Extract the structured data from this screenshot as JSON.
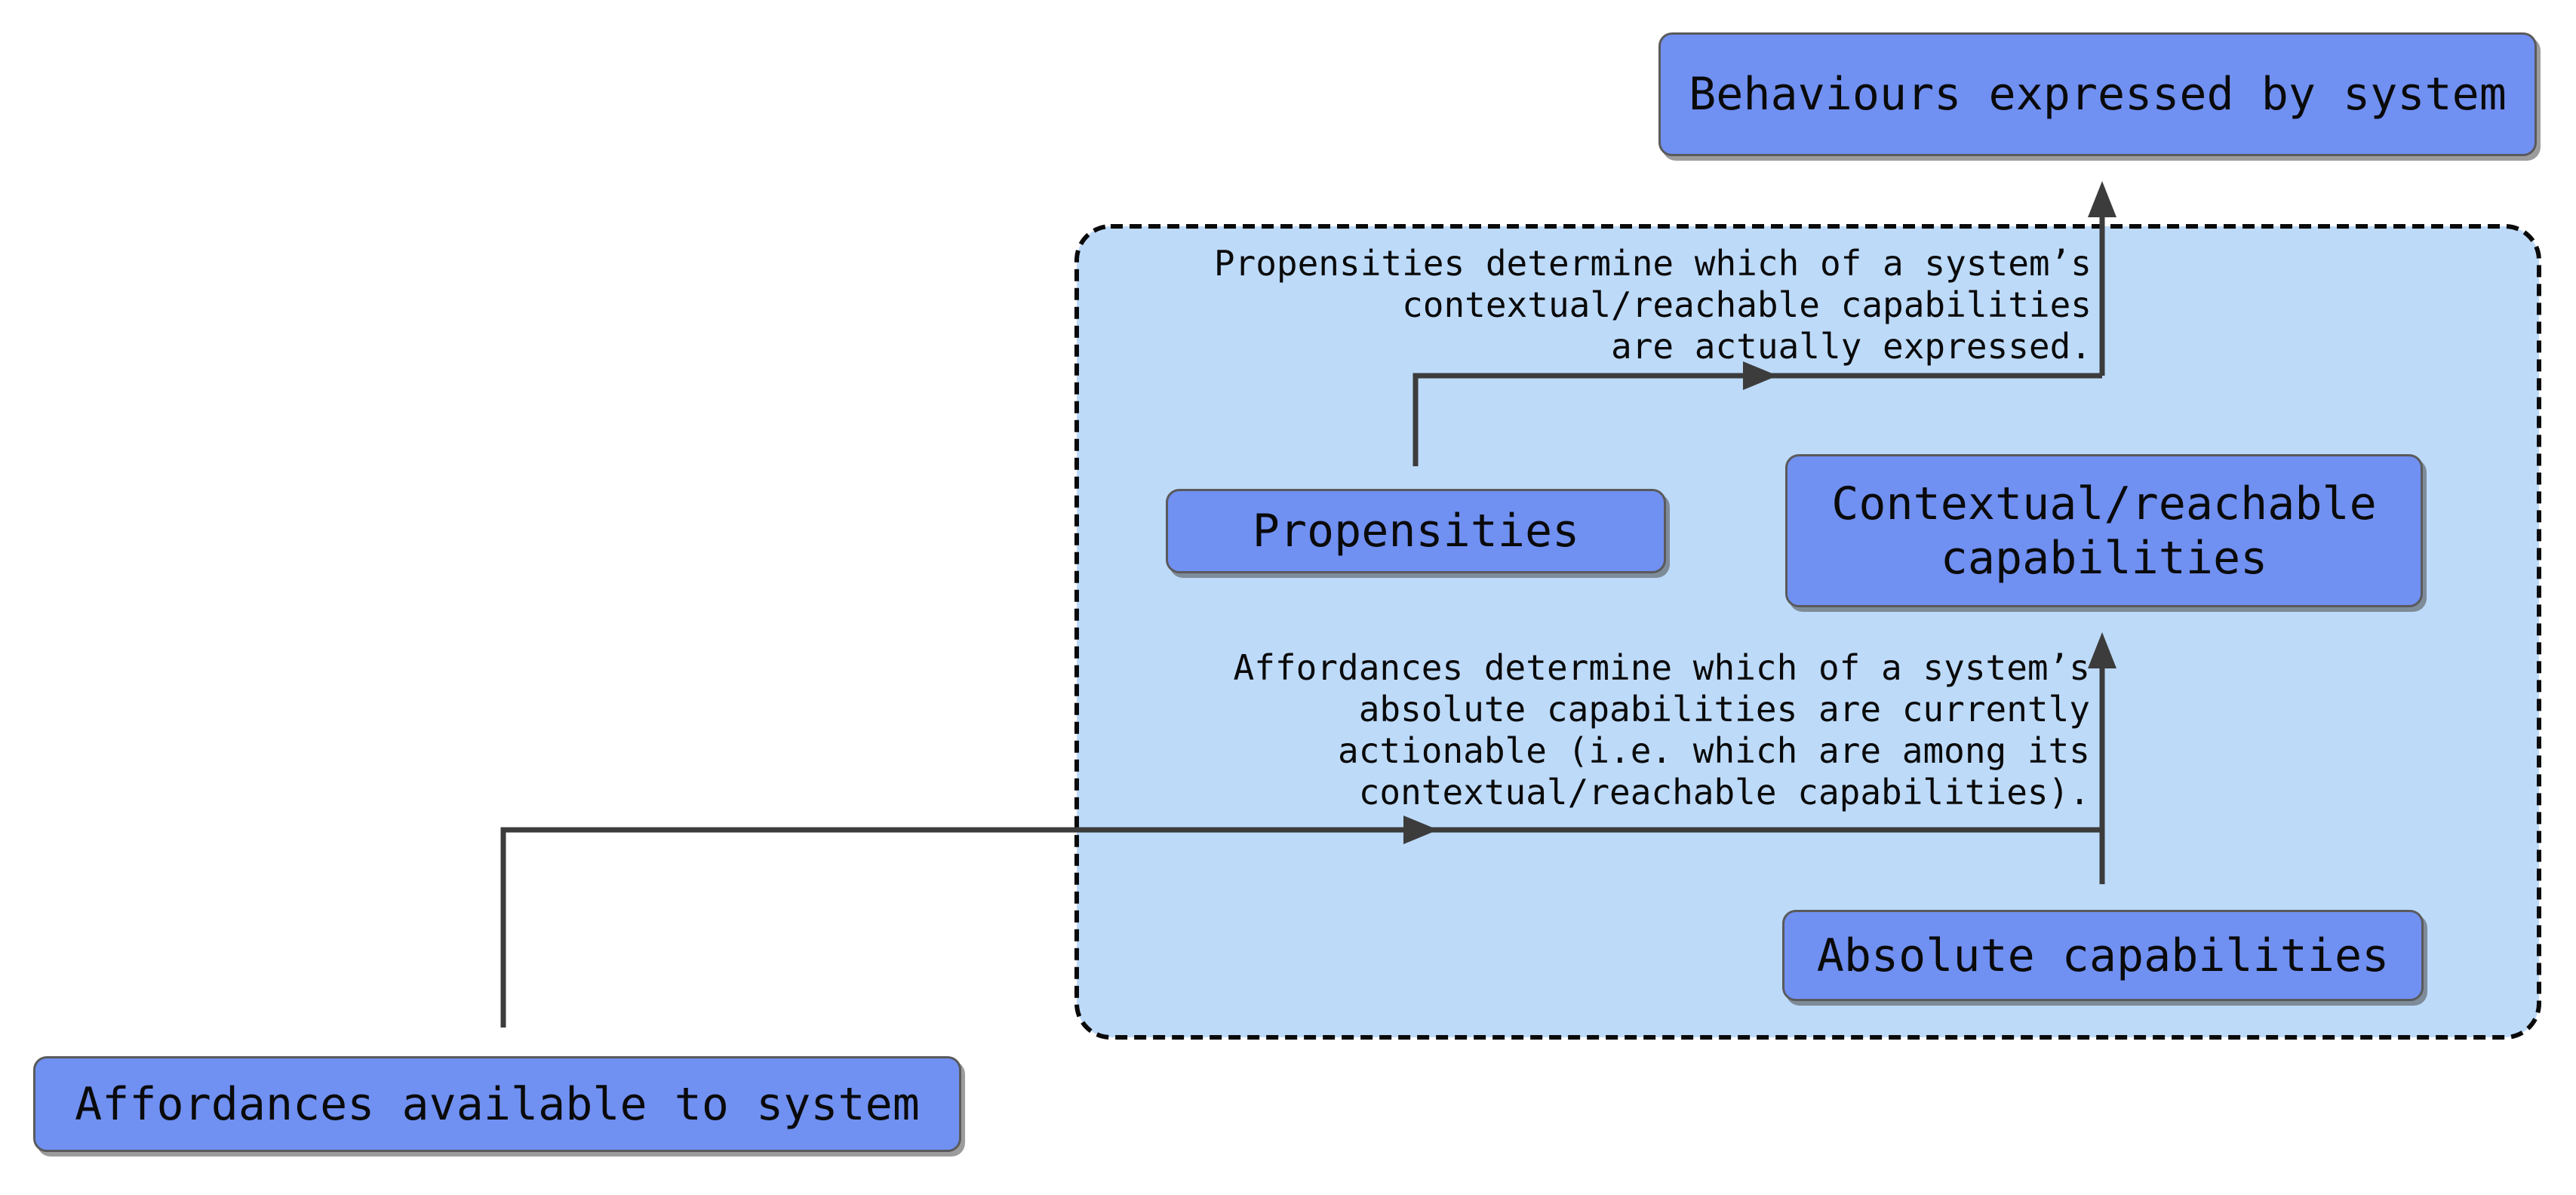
{
  "diagram": {
    "nodes": {
      "behaviours": {
        "label": "Behaviours expressed by system"
      },
      "propensities": {
        "label": "Propensities"
      },
      "contextual": {
        "lines": [
          "Contextual/reachable",
          "capabilities"
        ]
      },
      "absolute": {
        "label": "Absolute capabilities"
      },
      "affordances": {
        "label": "Affordances available to system"
      }
    },
    "captions": {
      "propensities": {
        "lines": [
          "Propensities determine which of a system’s",
          "contextual/reachable capabilities",
          "are actually expressed."
        ]
      },
      "affordances": {
        "lines": [
          "Affordances determine which of a system’s",
          "absolute capabilities are currently",
          "actionable (i.e. which are among its",
          "contextual/reachable capabilities)."
        ]
      }
    },
    "edges": [
      {
        "from": "absolute",
        "to": "contextual"
      },
      {
        "from": "contextual",
        "to": "behaviours"
      },
      {
        "from": "propensities",
        "merges_into": "contextual-to-behaviours-arrow"
      },
      {
        "from": "affordances",
        "merges_into": "absolute-to-contextual-arrow"
      }
    ]
  },
  "colors": {
    "node_fill": "#7090F2",
    "node_border": "#5A5A5C",
    "container_fill": "#BDDAF9",
    "container_border": "#0A0A0A",
    "arrow": "#3C3C3C",
    "text": "#0A0A0A",
    "background": "#FFFFFF"
  }
}
